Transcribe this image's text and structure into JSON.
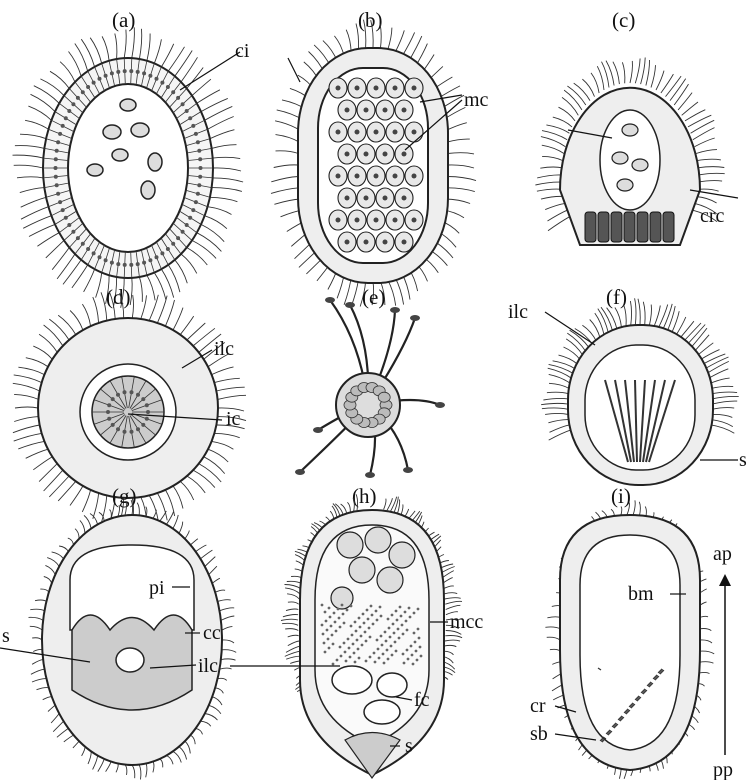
{
  "panels": [
    {
      "id": "a",
      "label": "(a)"
    },
    {
      "id": "b",
      "label": "(b)"
    },
    {
      "id": "c",
      "label": "(c)"
    },
    {
      "id": "d",
      "label": "(d)"
    },
    {
      "id": "e",
      "label": "(e)"
    },
    {
      "id": "f",
      "label": "(f)"
    },
    {
      "id": "g",
      "label": "(g)"
    },
    {
      "id": "h",
      "label": "(h)"
    },
    {
      "id": "i",
      "label": "(i)"
    }
  ],
  "labels": {
    "ci": "ci",
    "mc": "mc",
    "crc": "crc",
    "ilc_d": "ilc",
    "ic": "ic",
    "ilc_f": "ilc",
    "s_f": "s",
    "pi": "pi",
    "s_g": "s",
    "cc": "cc",
    "ilc_g": "ilc",
    "mcc": "mcc",
    "fc": "fc",
    "s_h": "s",
    "bm": "bm",
    "cr": "cr",
    "sb": "sb",
    "ap": "ap",
    "pp": "pp"
  }
}
